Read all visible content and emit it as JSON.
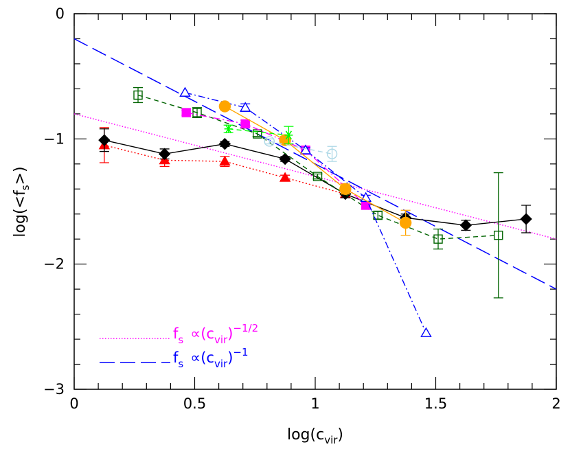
{
  "chart_data": {
    "type": "scatter",
    "title": "",
    "xlabel": {
      "main": "log(c",
      "sub": "vir",
      "close": ")"
    },
    "ylabel": {
      "main": "log(<f",
      "sub": "s",
      "close": ">)"
    },
    "xlim": [
      0,
      2
    ],
    "ylim": [
      -3,
      0
    ],
    "x_ticks": [
      0,
      0.5,
      1,
      1.5,
      2
    ],
    "x_tick_labels": [
      "0",
      "0.5",
      "1",
      "1.5",
      "2"
    ],
    "y_ticks": [
      0,
      -1,
      -2,
      -3
    ],
    "y_tick_labels": [
      "0",
      "−1",
      "−2",
      "−3"
    ],
    "grid": false,
    "series": [
      {
        "color": "#ff0000",
        "marker": "triangle-filled",
        "line": "dotted",
        "x": [
          0.125,
          0.375,
          0.625,
          0.875,
          1.125
        ],
        "y": [
          -1.05,
          -1.17,
          -1.18,
          -1.31,
          -1.44
        ],
        "err": [
          0.14,
          0.05,
          0.04,
          0.02,
          0.03
        ]
      },
      {
        "color": "#000000",
        "marker": "diamond-filled",
        "line": "solid",
        "x": [
          0.125,
          0.375,
          0.625,
          0.875,
          1.125,
          1.375,
          1.625,
          1.875
        ],
        "y": [
          -1.01,
          -1.12,
          -1.04,
          -1.16,
          -1.44,
          -1.63,
          -1.69,
          -1.64
        ],
        "err": [
          0.09,
          0.04,
          0.02,
          0.02,
          0.03,
          0.03,
          0.04,
          0.11
        ]
      },
      {
        "color": "#006400",
        "marker": "square-open",
        "line": "dashed",
        "x": [
          0.265,
          0.51,
          0.76,
          1.01,
          1.26,
          1.51,
          1.76
        ],
        "y": [
          -0.65,
          -0.79,
          -0.96,
          -1.3,
          -1.61,
          -1.8,
          -1.77
        ],
        "err": [
          0.06,
          0.04,
          0.02,
          0.02,
          0.03,
          0.08,
          0.5
        ]
      },
      {
        "color": "#ff00ff",
        "marker": "square-filled",
        "line": "dashdot",
        "x": [
          0.465,
          0.71,
          0.96,
          1.21
        ],
        "y": [
          -0.79,
          -0.88,
          -1.09,
          -1.53
        ],
        "err": [
          0.02,
          0.03,
          0.03,
          0.03
        ]
      },
      {
        "color": "#0000ff",
        "marker": "triangle-open",
        "line": "dashdot",
        "x": [
          0.46,
          0.71,
          0.96,
          1.21,
          1.46
        ],
        "y": [
          -0.63,
          -0.75,
          -1.09,
          -1.47,
          -2.55
        ],
        "err": [
          0,
          0.03,
          0.02,
          0.02,
          0
        ]
      },
      {
        "color": "#ffa500",
        "marker": "circle-filled",
        "line": "solid",
        "x": [
          0.625,
          0.875,
          1.125,
          1.375
        ],
        "y": [
          -0.74,
          -1.01,
          -1.4,
          -1.67
        ],
        "err": [
          0.02,
          0.03,
          0.04,
          0.1
        ]
      },
      {
        "color": "#00ff00",
        "marker": "asterisk",
        "line": "dashed",
        "x": [
          0.64,
          0.89
        ],
        "y": [
          -0.92,
          -0.97
        ],
        "err": [
          0.03,
          0.07
        ]
      },
      {
        "color": "#add8e6",
        "marker": "circle-open",
        "line": "dashed",
        "x": [
          0.81,
          1.07
        ],
        "y": [
          -1.02,
          -1.12
        ],
        "err": [
          0.02,
          0.06
        ]
      }
    ],
    "reference_lines": [
      {
        "name": "f_s ∝ (c_vir)^-1/2",
        "color": "#ff00ff",
        "line": "dotted",
        "x": [
          0,
          2
        ],
        "y": [
          -0.8,
          -1.8
        ]
      },
      {
        "name": "f_s ∝ (c_vir)^-1",
        "color": "#0000ff",
        "line": "longdash",
        "x": [
          0,
          2
        ],
        "y": [
          -0.2,
          -2.2
        ]
      }
    ],
    "legend": {
      "placement": "bottom-left",
      "entries": [
        {
          "f": "f",
          "sub": "s",
          "prop": "∝(c",
          "vir": "vir",
          "exp": ")",
          "power": "−1/2",
          "color": "#ff00ff"
        },
        {
          "f": "f",
          "sub": "s",
          "prop": "∝(c",
          "vir": "vir",
          "exp": ")",
          "power": "−1",
          "color": "#0000ff"
        }
      ]
    }
  }
}
